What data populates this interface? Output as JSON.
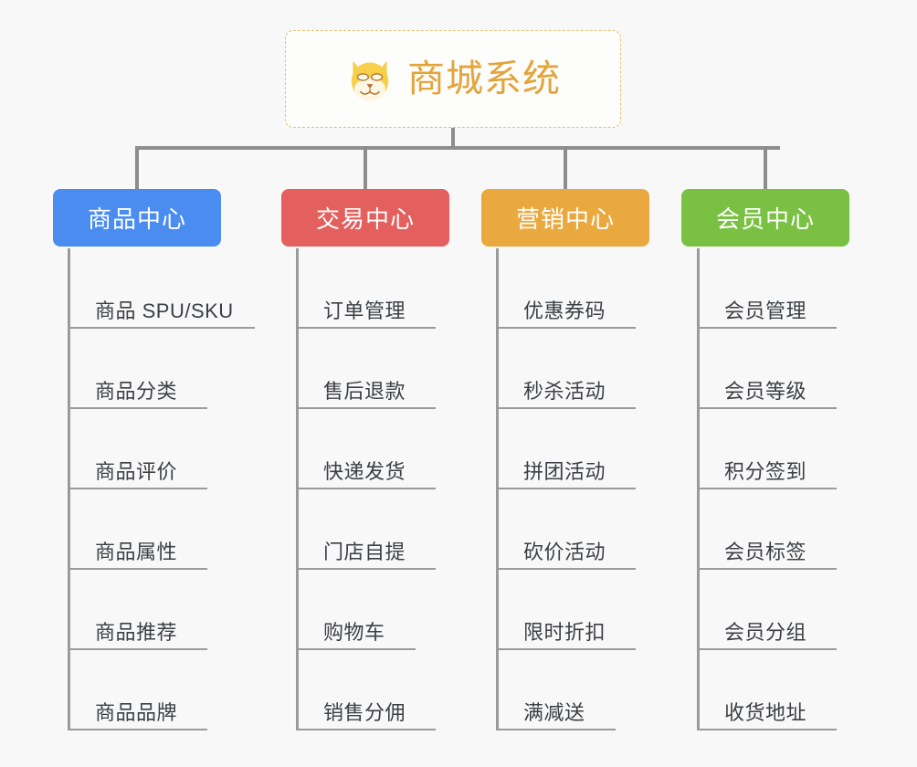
{
  "diagram": {
    "type": "tree",
    "background_color": "#f8f8f8",
    "connector_color": "#8d8d8d",
    "root": {
      "title": "商城系统",
      "icon": "shiba-dog-face-emoji",
      "text_color": "#e3a43a",
      "border_color": "#e8bf72",
      "border_style": "dashed",
      "background_color": "#fdfdfb"
    },
    "branches": [
      {
        "label": "商品中心",
        "color": "#4a8cf0",
        "text_color": "#ffffff",
        "items": [
          "商品 SPU/SKU",
          "商品分类",
          "商品评价",
          "商品属性",
          "商品推荐",
          "商品品牌"
        ]
      },
      {
        "label": "交易中心",
        "color": "#e4605e",
        "text_color": "#ffffff",
        "items": [
          "订单管理",
          "售后退款",
          "快递发货",
          "门店自提",
          "购物车",
          "销售分佣"
        ]
      },
      {
        "label": "营销中心",
        "color": "#eaa93e",
        "text_color": "#ffffff",
        "items": [
          "优惠券码",
          "秒杀活动",
          "拼团活动",
          "砍价活动",
          "限时折扣",
          "满减送"
        ]
      },
      {
        "label": "会员中心",
        "color": "#7ac143",
        "text_color": "#ffffff",
        "items": [
          "会员管理",
          "会员等级",
          "积分签到",
          "会员标签",
          "会员分组",
          "收货地址"
        ]
      }
    ]
  }
}
